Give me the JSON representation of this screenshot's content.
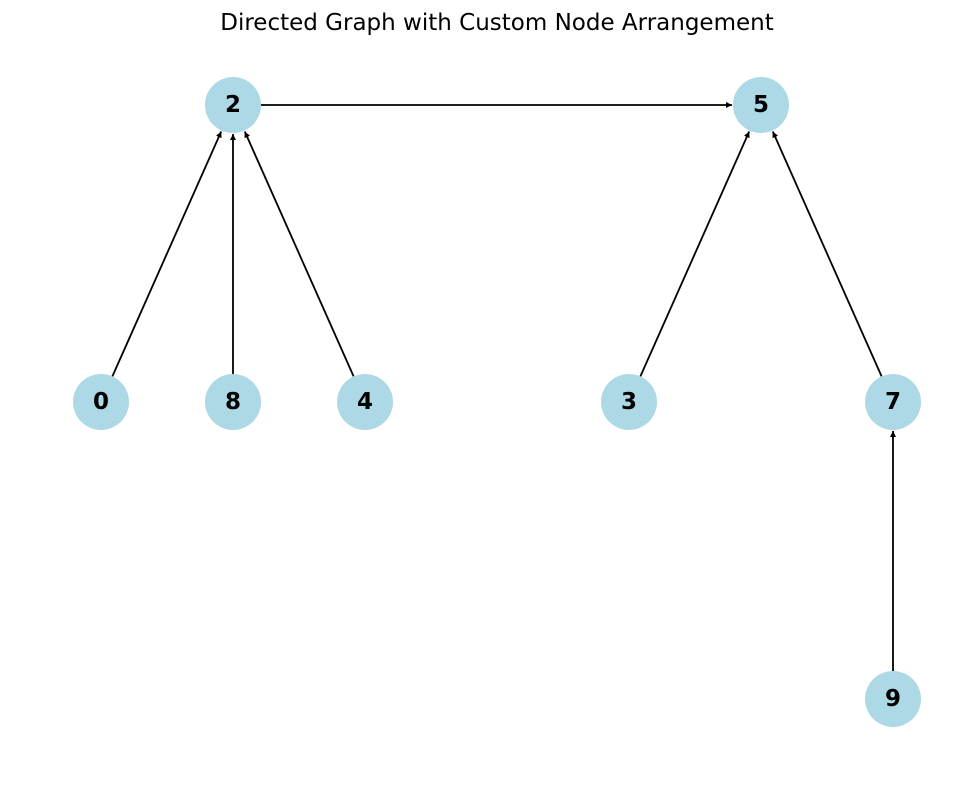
{
  "title": "Directed Graph with Custom Node Arrangement",
  "colors": {
    "node_fill": "#add8e6",
    "edge": "#000000",
    "label": "#000000",
    "background": "#ffffff"
  },
  "nodes": [
    {
      "id": "2",
      "label": "2"
    },
    {
      "id": "5",
      "label": "5"
    },
    {
      "id": "0",
      "label": "0"
    },
    {
      "id": "8",
      "label": "8"
    },
    {
      "id": "4",
      "label": "4"
    },
    {
      "id": "3",
      "label": "3"
    },
    {
      "id": "7",
      "label": "7"
    },
    {
      "id": "9",
      "label": "9"
    }
  ],
  "edges": [
    {
      "source": "2",
      "target": "5"
    },
    {
      "source": "0",
      "target": "2"
    },
    {
      "source": "8",
      "target": "2"
    },
    {
      "source": "4",
      "target": "2"
    },
    {
      "source": "3",
      "target": "5"
    },
    {
      "source": "7",
      "target": "5"
    },
    {
      "source": "9",
      "target": "7"
    }
  ]
}
